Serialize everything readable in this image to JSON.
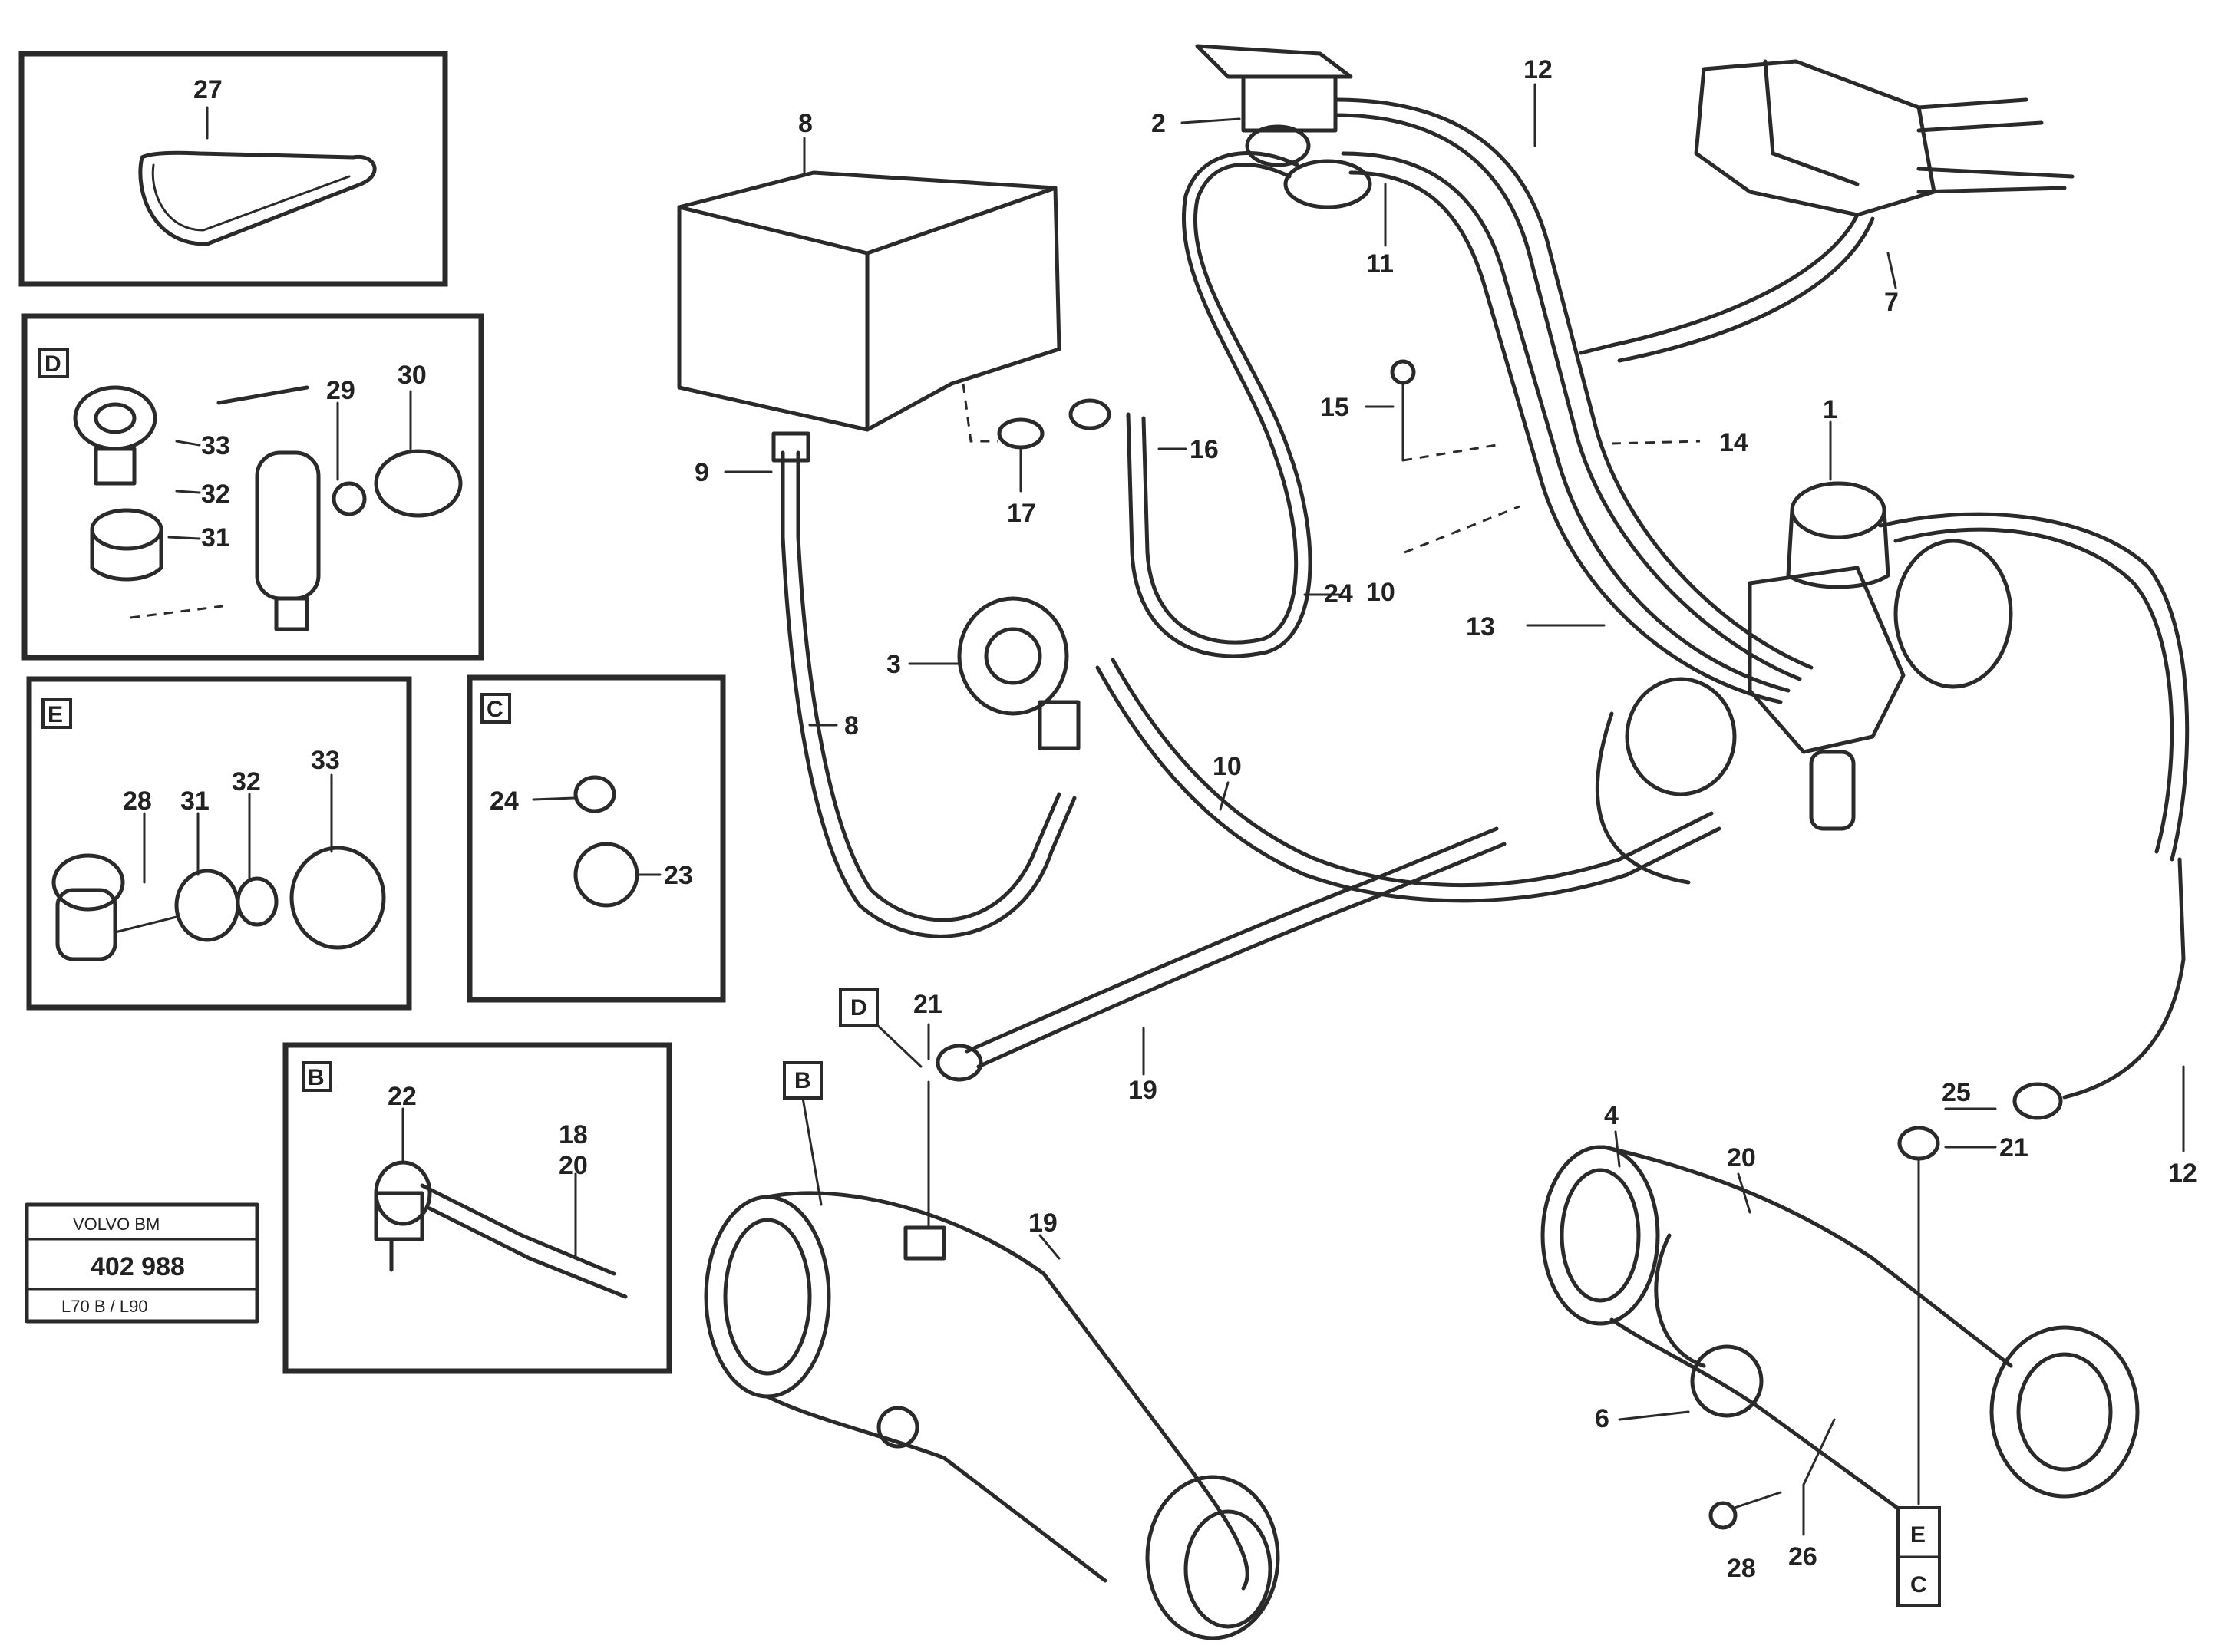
{
  "inset_frames": {
    "d": "D",
    "e": "E",
    "c": "C",
    "b": "B"
  },
  "labels": {
    "n27_top": "27",
    "n33_d": "33",
    "n32_d": "32",
    "n31_d": "31",
    "n29_d": "29",
    "n30_d": "30",
    "n28_e": "28",
    "n31_e": "31",
    "n32_e": "32",
    "n33_e": "33",
    "n24_c": "24",
    "n23_c": "23",
    "n22_b": "22",
    "n18_b": "18",
    "n20_b": "20",
    "n8_box": "8",
    "n9": "9",
    "n17": "17",
    "n16": "16",
    "n2": "2",
    "n12_top": "12",
    "n11": "11",
    "n7_right": "7",
    "n15": "15",
    "n14": "14",
    "n1": "1",
    "n24_main": "24",
    "n10_main": "10",
    "n13": "13",
    "n3": "3",
    "n8_hose": "8",
    "n10_lower": "10",
    "n21_mid": "21",
    "n19_hose": "19",
    "n19_axle": "19",
    "n25": "25",
    "n21_right": "21",
    "n12_right": "12",
    "n4": "4",
    "n20_right": "20",
    "n6": "6",
    "n26": "26",
    "n28_bot": "28"
  },
  "callout_tags": {
    "d_left": "D",
    "b_left": "B",
    "e_bottom": "E",
    "c_bottom": "C"
  },
  "stamp": {
    "line1": "VOLVO BM",
    "line2": "402 988",
    "line3": "L70 B / L90"
  }
}
